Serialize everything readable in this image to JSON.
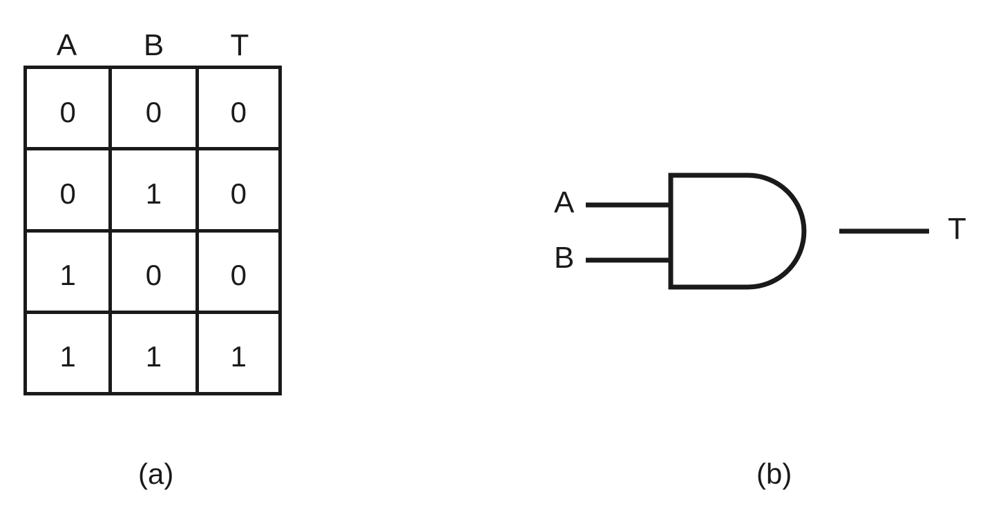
{
  "figure": {
    "panel_a": {
      "caption": "(a)",
      "table": {
        "headers": [
          "A",
          "B",
          "T"
        ],
        "rows": [
          [
            "0",
            "0",
            "0"
          ],
          [
            "0",
            "1",
            "0"
          ],
          [
            "1",
            "0",
            "0"
          ],
          [
            "1",
            "1",
            "1"
          ]
        ]
      }
    },
    "panel_b": {
      "caption": "(b)",
      "gate": {
        "type": "and-gate",
        "inputs": [
          "A",
          "B"
        ],
        "output": "T"
      }
    }
  },
  "colors": {
    "ink": "#1a1a1a",
    "background": "#ffffff"
  }
}
